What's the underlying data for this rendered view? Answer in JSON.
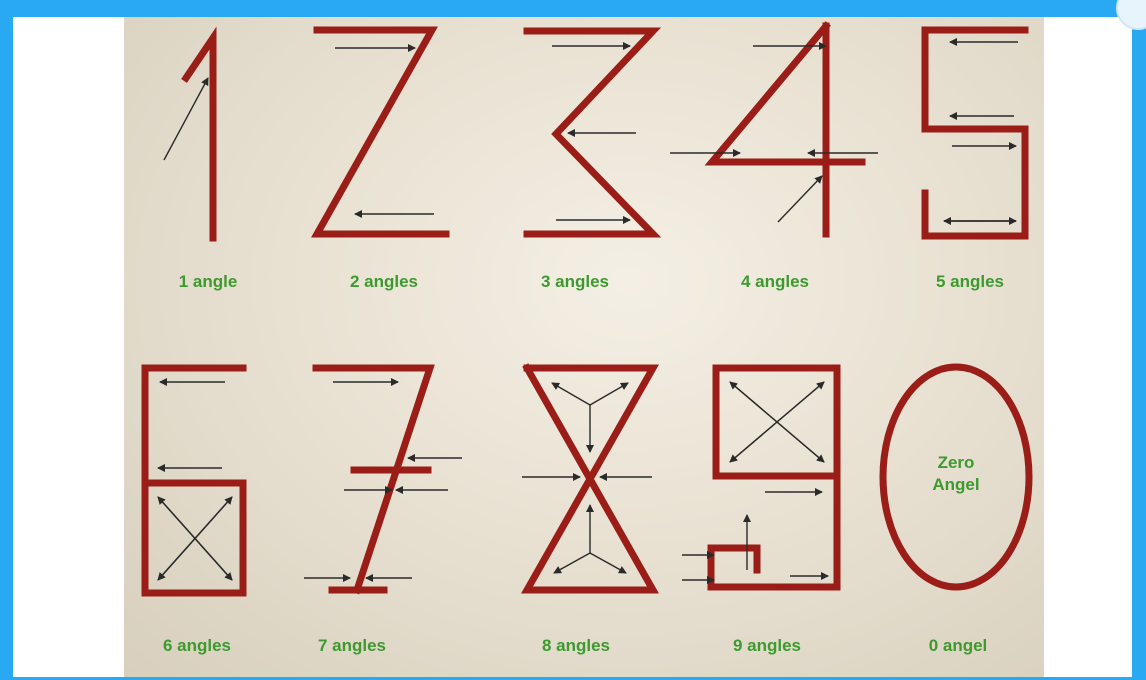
{
  "labels": {
    "one": "1 angle",
    "two": "2 angles",
    "three": "3 angles",
    "four": "4 angles",
    "five": "5 angles",
    "six": "6 angles",
    "seven": "7 angles",
    "eight": "8 angles",
    "nine": "9 angles",
    "zero": "0 angel"
  },
  "zero_caption": {
    "line1": "Zero",
    "line2": "Angel"
  },
  "colors": {
    "frame": "#29a9f2",
    "stroke": "#9b1d17",
    "label": "#3d9a2e",
    "arrow": "#2a2a2a"
  }
}
